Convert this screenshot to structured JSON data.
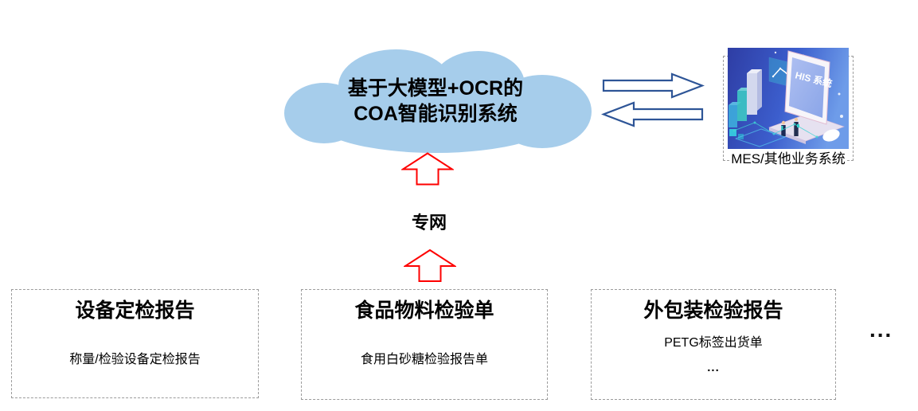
{
  "cloud": {
    "title_line1": "基于大模型+OCR的",
    "title_line2": "COA智能识别系统"
  },
  "network": {
    "label": "专网"
  },
  "mes": {
    "label": "MES/其他业务系统",
    "screen_text": "HIS 系统"
  },
  "sources": [
    {
      "title": "设备定检报告",
      "subtitle": "称量/检验设备定检报告"
    },
    {
      "title": "食品物料检验单",
      "subtitle": "食用白砂糖检验报告单"
    },
    {
      "title": "外包装检验报告",
      "subtitle": "PETG标签出货单",
      "more": "..."
    }
  ],
  "right_ellipsis": "...",
  "colors": {
    "cloud_fill": "#a6cdeb",
    "red_arrow_stroke": "#fe0000",
    "blue_arrow_stroke": "#2e5597",
    "dashed_border": "#9b9b9b",
    "illustration_bg_left": "#2e3da4",
    "illustration_bg_right": "#6e9ce9",
    "illustration_accent": "#3fd4d4"
  }
}
